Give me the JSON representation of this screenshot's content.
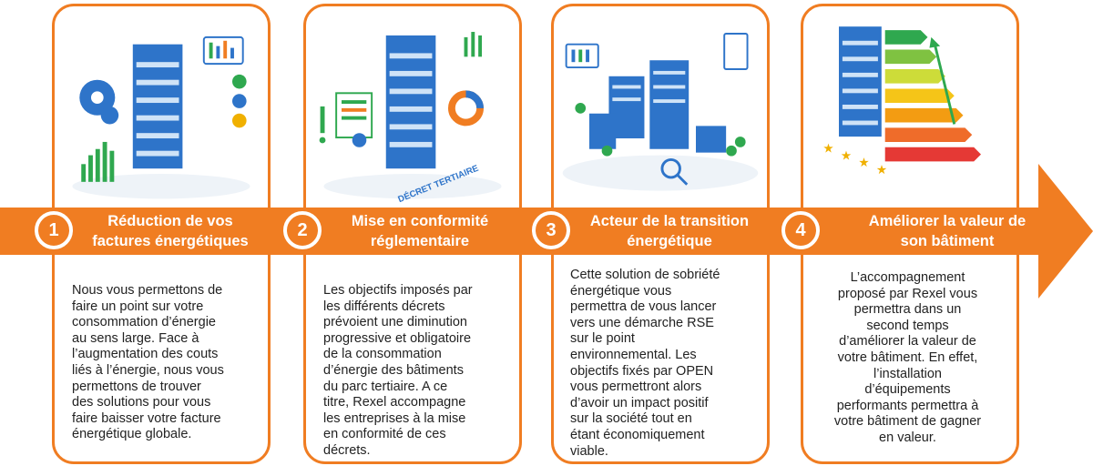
{
  "colors": {
    "accent": "#f07d22",
    "building": "#2e74c9",
    "green": "#2fa84f"
  },
  "steps": [
    {
      "number": "1",
      "title": "Réduction de vos\nfactures énergétiques",
      "body": "Nous vous permettons de\nfaire un point sur votre\nconsommation d’énergie\nau sens large. Face à\nl’augmentation des couts\nliés à l’énergie, nous vous\npermettons de trouver\ndes solutions pour vous\nfaire baisser votre facture\nénergétique globale.",
      "icons": [
        "building-icon",
        "gear-icon",
        "dashboard-icon",
        "chart-icon"
      ]
    },
    {
      "number": "2",
      "title": "Mise en conformité\nréglementaire",
      "body": "Les objectifs imposés par\nles différents décrets\nprévoient une diminution\nprogressive et obligatoire\nde la consommation\nd’énergie des bâtiments\ndu parc tertiaire. A ce\ntitre, Rexel accompagne\nles entreprises à la mise\nen conformité de ces\ndécrets.",
      "illustration_text": "DÉCRET TERTIAIRE",
      "icons": [
        "building-icon",
        "certificate-icon",
        "exclamation-icon",
        "donut-chart-icon"
      ]
    },
    {
      "number": "3",
      "title": "Acteur de la transition\nénergétique",
      "body": "Cette solution de sobriété\nénergétique vous\npermettra de vous lancer\nvers une démarche RSE\nsur le point\nenvironnemental. Les\nobjectifs fixés par OPEN\nvous permettront alors\nd’avoir un impact positif\nsur la société tout en\nétant économiquement\nviable.",
      "icons": [
        "city-icon",
        "magnifier-icon",
        "tree-icon",
        "dashboard-icon"
      ]
    },
    {
      "number": "4",
      "title": "Améliorer la valeur de\nson bâtiment",
      "body": "L’accompagnement\nproposé par Rexel vous\npermettra dans un\nsecond temps\nd’améliorer la valeur de\nvotre bâtiment. En effet,\nl’installation\nd’équipements\nperformants permettra à\nvotre bâtiment de gagner\nen valeur.",
      "icons": [
        "building-icon",
        "energy-label-icon",
        "stars-icon",
        "growth-arrow-icon"
      ]
    }
  ]
}
